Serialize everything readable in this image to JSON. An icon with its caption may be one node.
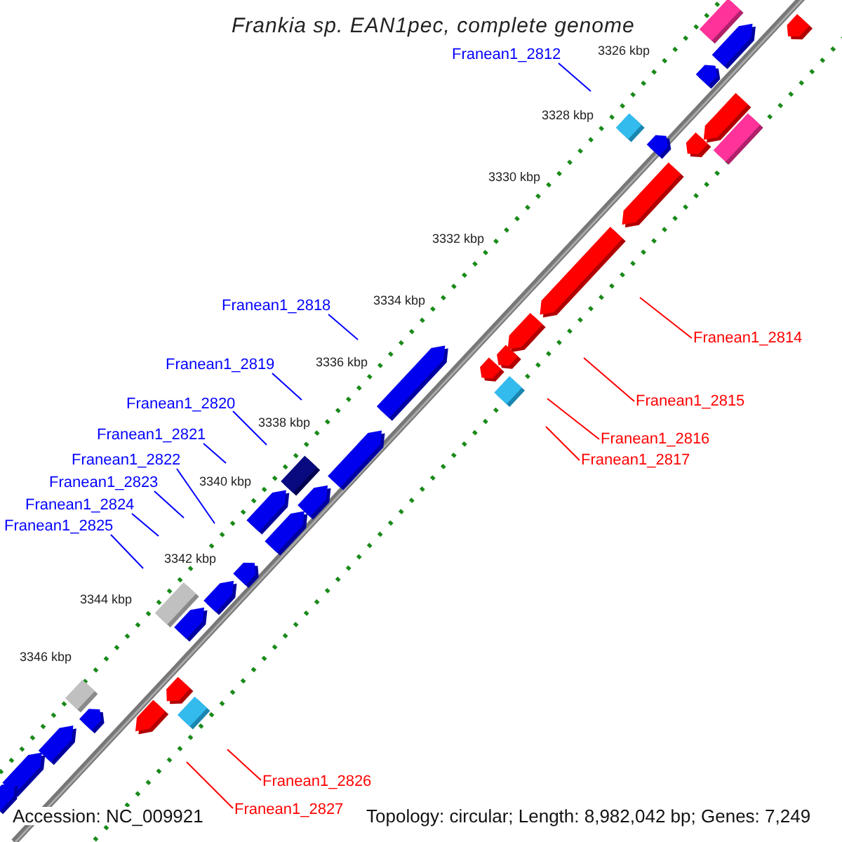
{
  "diagram": {
    "title": "Frankia sp. EAN1pec, complete genome",
    "nodes": [
      {
        "text": [
          "Franean1_2812"
        ]
      },
      {
        "text": [
          "Franean1_2818"
        ]
      },
      {
        "text": [
          "Franean1_2814"
        ]
      },
      {
        "text": [
          "Franean1_2819"
        ]
      },
      {
        "text": [
          "Franean1_2815"
        ]
      },
      {
        "text": [
          "Franean1_2820"
        ]
      },
      {
        "text": [
          "Franean1_2821"
        ]
      },
      {
        "text": [
          "Franean1_2816"
        ]
      },
      {
        "text": [
          "Franean1_2822"
        ]
      },
      {
        "text": [
          "Franean1_2817"
        ]
      },
      {
        "text": [
          "Franean1_2823"
        ]
      },
      {
        "text": [
          "Franean1_2824"
        ]
      },
      {
        "text": [
          "Franean1_2825"
        ]
      },
      {
        "text": [
          "Franean1_2826"
        ]
      },
      {
        "text": [
          "Franean1_2827"
        ]
      }
    ],
    "edges": [
      {
        "from": 0,
        "to": null,
        "arrow": "none",
        "color": "#0000ff"
      },
      {
        "from": 1,
        "to": null,
        "arrow": "none",
        "color": "#0000ff"
      },
      {
        "from": 2,
        "to": null,
        "arrow": "none",
        "color": "#ff0000"
      },
      {
        "from": 3,
        "to": null,
        "arrow": "none",
        "color": "#0000ff"
      },
      {
        "from": 4,
        "to": null,
        "arrow": "none",
        "color": "#ff0000"
      },
      {
        "from": 5,
        "to": null,
        "arrow": "none",
        "color": "#0000ff"
      },
      {
        "from": 6,
        "to": null,
        "arrow": "none",
        "color": "#0000ff"
      },
      {
        "from": 7,
        "to": null,
        "arrow": "none",
        "color": "#ff0000"
      },
      {
        "from": 8,
        "to": null,
        "arrow": "none",
        "color": "#0000ff"
      },
      {
        "from": 9,
        "to": null,
        "arrow": "none",
        "color": "#ff0000"
      },
      {
        "from": 10,
        "to": null,
        "arrow": "none",
        "color": "#0000ff"
      },
      {
        "from": 11,
        "to": null,
        "arrow": "none",
        "color": "#0000ff"
      },
      {
        "from": 12,
        "to": null,
        "arrow": "none",
        "color": "#0000ff"
      },
      {
        "from": 13,
        "to": null,
        "arrow": "none",
        "color": "#ff0000"
      },
      {
        "from": 14,
        "to": null,
        "arrow": "none",
        "color": "#ff0000"
      }
    ],
    "labels": [
      "3326 kbp",
      "3328 kbp",
      "3330 kbp",
      "3332 kbp",
      "3334 kbp",
      "3336 kbp",
      "3338 kbp",
      "3340 kbp",
      "3342 kbp",
      "3344 kbp",
      "3346 kbp",
      "Accession: NC_009921",
      "Topology: circular; Length: 8,982,042 bp; Genes: 7,249"
    ]
  }
}
